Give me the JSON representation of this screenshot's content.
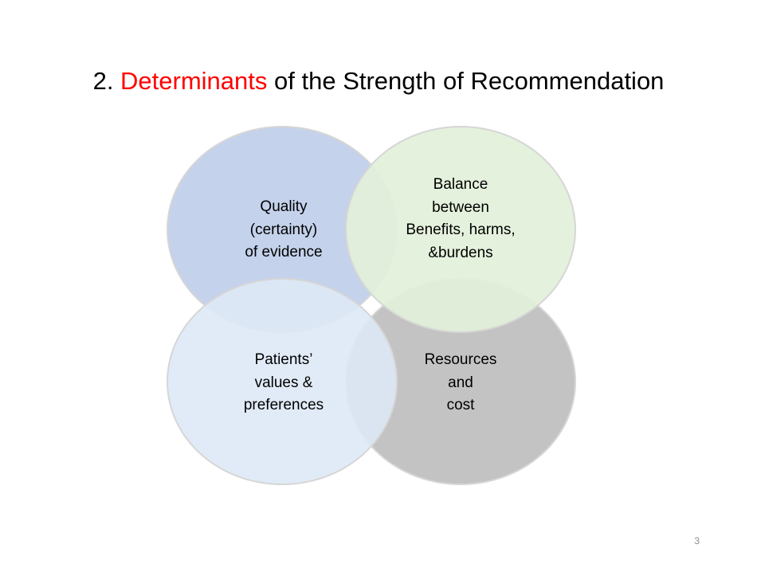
{
  "title": {
    "prefix": "2. ",
    "highlight": "Determinants",
    "suffix": " of the Strength of Recommendation",
    "highlight_color": "#ff0000"
  },
  "diagram": {
    "circles": [
      {
        "id": "quality",
        "lines": [
          "Quality",
          "(certainty)",
          "of evidence"
        ],
        "fill": "#c4d2eb"
      },
      {
        "id": "balance",
        "lines": [
          "Balance",
          "between",
          "Benefits, harms,",
          "&burdens"
        ],
        "fill": "#e2f0d9"
      },
      {
        "id": "patients",
        "lines": [
          "Patients’",
          "values &",
          "preferences"
        ],
        "fill": "#dee9f6"
      },
      {
        "id": "resources",
        "lines": [
          "Resources",
          "and",
          "cost"
        ],
        "fill": "#bab8ba"
      }
    ]
  },
  "page_number": "3"
}
